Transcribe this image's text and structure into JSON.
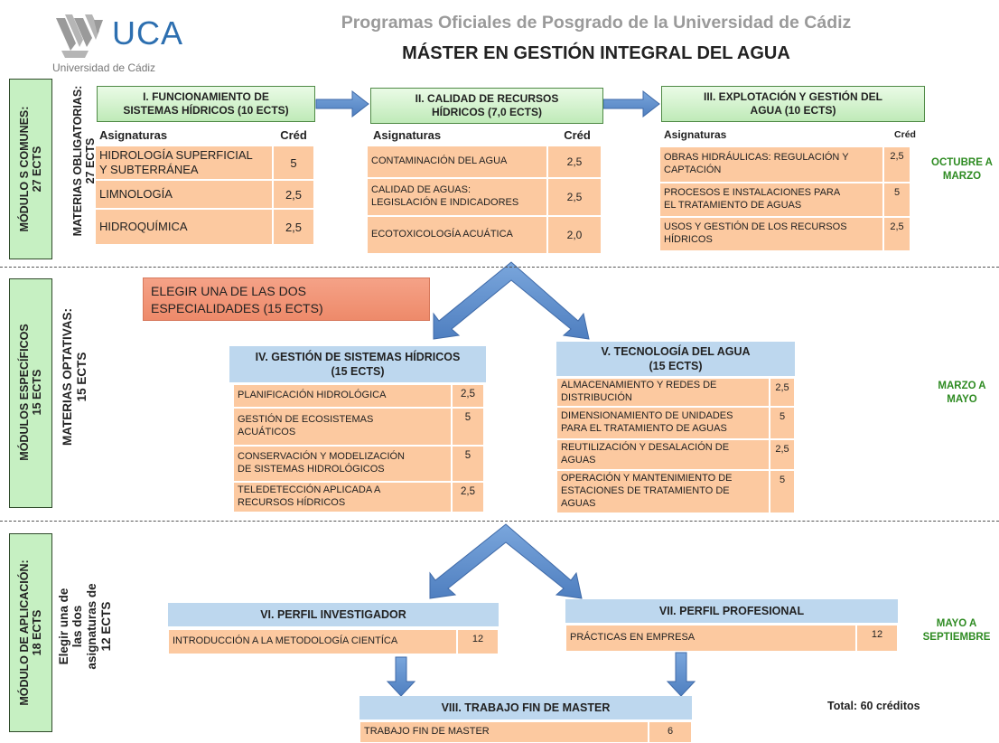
{
  "logo": {
    "name": "UCA",
    "subtitle": "Universidad de Cádiz"
  },
  "header": {
    "title": "Programas Oficiales de Posgrado de la Universidad de Cádiz",
    "subtitle": "MÁSTER EN GESTIÓN INTEGRAL DEL AGUA"
  },
  "colors": {
    "green_header": "#bfeab8",
    "blue_header": "#bdd7ee",
    "salmon_cell": "#fcc9a0",
    "arrow": "#5b8fd0",
    "time_label": "#2e8b22"
  },
  "sections": {
    "comunes": {
      "modulo": "MÓDULO S COMUNES:\n27 ECTS",
      "materias": "MATERIAS OBLIGATORIAS:\n27 ECTS",
      "period": "OCTUBRE A\nMARZO"
    },
    "especificos": {
      "modulo": "MÓDULOS ESPECÍFICOS\n15 ECTS",
      "materias": "MATERIAS OPTATIVAS:\n15 ECTS",
      "period": "MARZO A\nMAYO",
      "choose": "ELEGIR UNA DE LAS DOS\nESPECIALIDADES (15 ECTS)"
    },
    "aplicacion": {
      "modulo": "MÓDULO DE APLICACIÓN:\n18 ECTS",
      "materias": "Elegir una de\nlas dos\nasignaturas de\n12 ECTS",
      "period": "MAYO A\nSEPTIEMBRE"
    }
  },
  "blocks": {
    "b1": {
      "title": "I. FUNCIONAMIENTO DE\nSISTEMAS HÍDRICOS (10 ECTS)",
      "col_subject": "Asignaturas",
      "col_credits": "Créd",
      "rows": [
        {
          "name": "HIDROLOGÍA SUPERFICIAL\nY SUBTERRÁNEA",
          "credits": "5"
        },
        {
          "name": "LIMNOLOGÍA",
          "credits": "2,5"
        },
        {
          "name": "HIDROQUÍMICA",
          "credits": "2,5"
        }
      ]
    },
    "b2": {
      "title": "II. CALIDAD DE RECURSOS\nHÍDRICOS (7,0 ECTS)",
      "col_subject": "Asignaturas",
      "col_credits": "Créd",
      "rows": [
        {
          "name": "CONTAMINACIÓN DEL AGUA",
          "credits": "2,5"
        },
        {
          "name": "CALIDAD DE AGUAS:\nLEGISLACIÓN E INDICADORES",
          "credits": "2,5"
        },
        {
          "name": "ECOTOXICOLOGÍA ACUÁTICA",
          "credits": "2,0"
        }
      ]
    },
    "b3": {
      "title": "III. EXPLOTACIÓN Y GESTIÓN  DEL\nAGUA (10 ECTS)",
      "col_subject": "Asignaturas",
      "col_credits": "Créd",
      "rows": [
        {
          "name": "OBRAS HIDRÁULICAS: REGULACIÓN Y\nCAPTACIÓN",
          "credits": "2,5"
        },
        {
          "name": "PROCESOS E INSTALACIONES PARA\nEL TRATAMIENTO DE AGUAS",
          "credits": "5"
        },
        {
          "name": "USOS Y GESTIÓN DE LOS RECURSOS\nHÍDRICOS",
          "credits": "2,5"
        }
      ]
    },
    "b4": {
      "title": "IV. GESTIÓN DE SISTEMAS HÍDRICOS\n(15 ECTS)",
      "rows": [
        {
          "name": "PLANIFICACIÓN HIDROLÓGICA",
          "credits": "2,5"
        },
        {
          "name": "GESTIÓN DE ECOSISTEMAS\nACUÁTICOS",
          "credits": "5"
        },
        {
          "name": "CONSERVACIÓN Y MODELIZACIÓN\nDE SISTEMAS HIDROLÓGICOS",
          "credits": "5"
        },
        {
          "name": "TELEDETECCIÓN APLICADA  A\nRECURSOS HÍDRICOS",
          "credits": "2,5"
        }
      ]
    },
    "b5": {
      "title": "V. TECNOLOGÍA DEL AGUA\n(15 ECTS)",
      "rows": [
        {
          "name": "ALMACENAMIENTO Y REDES DE\nDISTRIBUCIÓN",
          "credits": "2,5"
        },
        {
          "name": "DIMENSIONAMIENTO DE UNIDADES\nPARA EL TRATAMIENTO DE AGUAS",
          "credits": "5"
        },
        {
          "name": "REUTILIZACIÓN Y DESALACIÓN DE\nAGUAS",
          "credits": "2,5"
        },
        {
          "name": "OPERACIÓN Y MANTENIMIENTO DE\nESTACIONES DE TRATAMIENTO DE\nAGUAS",
          "credits": "5"
        }
      ]
    },
    "b6": {
      "title": "VI. PERFIL INVESTIGADOR",
      "rows": [
        {
          "name": "INTRODUCCIÓN A LA METODOLOGÍA CIENTÍCA",
          "credits": "12"
        }
      ]
    },
    "b7": {
      "title": "VII. PERFIL PROFESIONAL",
      "rows": [
        {
          "name": "PRÁCTICAS EN EMPRESA",
          "credits": "12"
        }
      ]
    },
    "b8": {
      "title": "VIII. TRABAJO FIN DE MASTER",
      "rows": [
        {
          "name": "TRABAJO FIN DE MASTER",
          "credits": "6"
        }
      ]
    }
  },
  "total": "Total: 60 créditos"
}
